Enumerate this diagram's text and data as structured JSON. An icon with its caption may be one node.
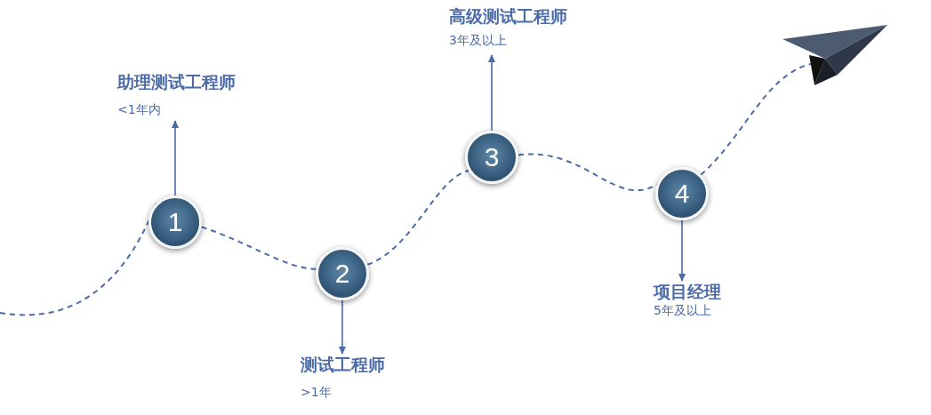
{
  "diagram": {
    "nodes": [
      {
        "text": [
          "1"
        ]
      },
      {
        "text": [
          "2"
        ]
      },
      {
        "text": [
          "3"
        ]
      },
      {
        "text": [
          "4"
        ]
      },
      {
        "text": [
          "助理测试工程师",
          "<1年内"
        ]
      },
      {
        "text": [
          "测试工程师",
          ">1年"
        ]
      },
      {
        "text": [
          "高级测试工程师",
          "3年及以上"
        ]
      },
      {
        "text": [
          "项目经理",
          "5年及以上"
        ]
      },
      {
        "text": [],
        "shape": "picture"
      }
    ],
    "edges": [
      {
        "from": null,
        "to": 0,
        "arrow": "none",
        "style": "dashed"
      },
      {
        "from": 0,
        "to": 1,
        "arrow": "none",
        "style": "dashed"
      },
      {
        "from": 1,
        "to": 2,
        "arrow": "none",
        "style": "dashed"
      },
      {
        "from": 2,
        "to": 3,
        "arrow": "none",
        "style": "dashed"
      },
      {
        "from": 3,
        "to": 8,
        "arrow": "none",
        "style": "dashed"
      },
      {
        "from": 0,
        "to": 4,
        "arrow": "to"
      },
      {
        "from": 1,
        "to": 5,
        "arrow": "to"
      },
      {
        "from": 2,
        "to": 6,
        "arrow": "to"
      },
      {
        "from": 3,
        "to": 7,
        "arrow": "to"
      }
    ]
  }
}
